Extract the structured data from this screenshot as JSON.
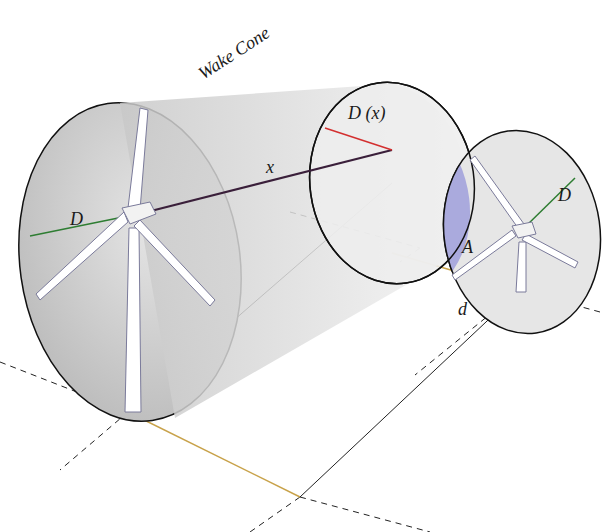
{
  "diagram": {
    "labels": [
      "Wake Cone",
      "D",
      "x",
      "D (x)",
      "A",
      "D",
      "d"
    ]
  }
}
